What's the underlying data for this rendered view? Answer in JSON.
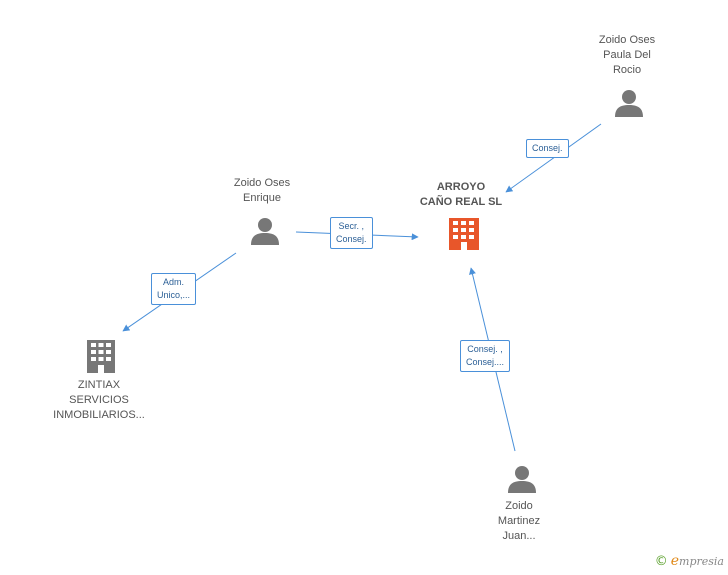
{
  "nodes": {
    "main_company": {
      "lines": [
        "ARROYO",
        "CAÑO REAL SL"
      ],
      "color": "#e8562a"
    },
    "zintiax": {
      "lines": [
        "ZINTIAX",
        "SERVICIOS",
        "INMOBILIARIOS..."
      ],
      "color": "#777777"
    },
    "person_enrique": {
      "lines": [
        "Zoido Oses",
        "Enrique"
      ]
    },
    "person_paula": {
      "lines": [
        "Zoido Oses",
        "Paula Del",
        "Rocio"
      ]
    },
    "person_juan": {
      "lines": [
        "Zoido",
        "Martinez",
        "Juan..."
      ]
    }
  },
  "edges": {
    "paula_to_main": {
      "lines": [
        "Consej."
      ]
    },
    "enrique_to_main": {
      "lines": [
        "Secr. ,",
        "Consej."
      ]
    },
    "enrique_to_zintiax": {
      "lines": [
        "Adm.",
        "Unico,..."
      ]
    },
    "juan_to_main": {
      "lines": [
        "Consej. ,",
        "Consej...."
      ]
    }
  },
  "colors": {
    "edge": "#4a90d9",
    "person_icon": "#777777",
    "main_icon": "#e8562a",
    "company_icon": "#777777"
  },
  "brand": {
    "copyright": "©",
    "initial": "e",
    "name": "mpresia"
  }
}
